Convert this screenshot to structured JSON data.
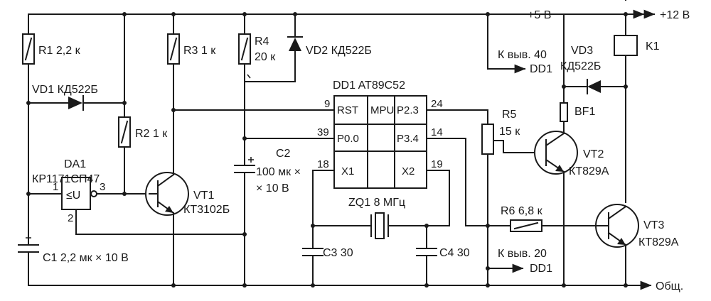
{
  "supplies": {
    "v5": "+5 В",
    "v12": "+12 В",
    "gnd": "Общ."
  },
  "connections": {
    "pin40": "К выв. 40",
    "pin20": "К выв. 20",
    "dd1_a": "DD1",
    "dd1_b": "DD1"
  },
  "resistors": {
    "r1": "R1 2,2 к",
    "r2": "R2 1 к",
    "r3": "R3 1 к",
    "r4": "R4",
    "r4_value": "20 к",
    "r5": "R5",
    "r5_value": "15 к",
    "r6": "R6 6,8 к"
  },
  "capacitors": {
    "c1": "C1 2,2 мк × 10 В",
    "c2": "C2",
    "c2_value": "100 мк ×",
    "c2_voltage": "× 10 В",
    "c3": "C3 30",
    "c4": "C4 30"
  },
  "diodes": {
    "vd1": "VD1 КД522Б",
    "vd2": "VD2 КД522Б",
    "vd3": "VD3",
    "vd3_type": "КД522Б"
  },
  "transistors": {
    "vt1": "VT1",
    "vt1_type": "КТ3102Б",
    "vt2": "VT2",
    "vt2_type": "КТ829А",
    "vt3": "VT3",
    "vt3_type": "КТ829А"
  },
  "da1": {
    "name": "DA1",
    "type": "КР1171СП47",
    "symbol": "≤U",
    "pin1": "1",
    "pin2": "2",
    "pin3": "3"
  },
  "dd1": {
    "name": "DD1 AT89C52",
    "mpu": "MPU",
    "rst": "RST",
    "p00": "P0.0",
    "x1": "X1",
    "p23": "P2.3",
    "p34": "P3.4",
    "x2": "X2",
    "pin9": "9",
    "pin39": "39",
    "pin18": "18",
    "pin24": "24",
    "pin14": "14",
    "pin19": "19"
  },
  "misc": {
    "zq1": "ZQ1 8 МГц",
    "bf1": "BF1",
    "k1": "K1"
  }
}
